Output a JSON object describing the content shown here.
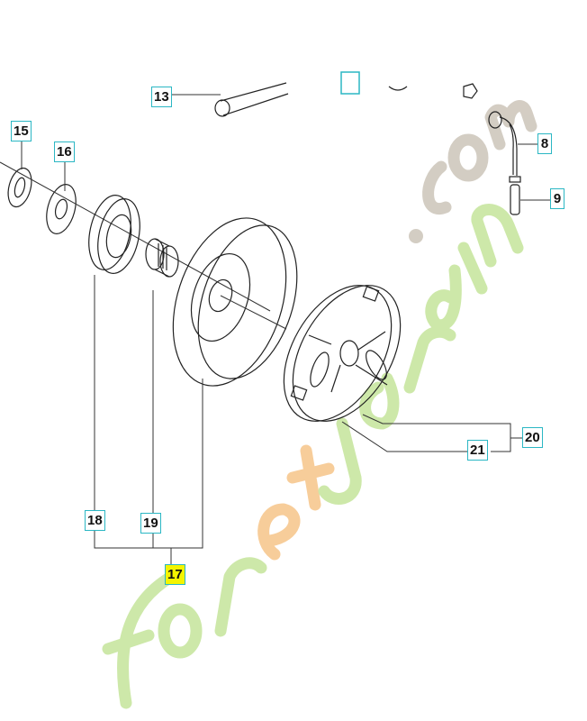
{
  "diagram": {
    "labels": {
      "l13": "13",
      "l15": "15",
      "l16": "16",
      "l8": "8",
      "l9": "9",
      "l17": "17",
      "l18": "18",
      "l19": "19",
      "l20": "20",
      "l21": "21"
    },
    "highlighted_label": "17",
    "colors": {
      "label_border": "#2bb7c4",
      "highlight": "#f4f400"
    }
  },
  "watermark": {
    "text": "foretjardin.com",
    "colors": {
      "green": "#c8e6a0",
      "orange": "#f7c890",
      "gray": "#cfc8bd"
    }
  }
}
